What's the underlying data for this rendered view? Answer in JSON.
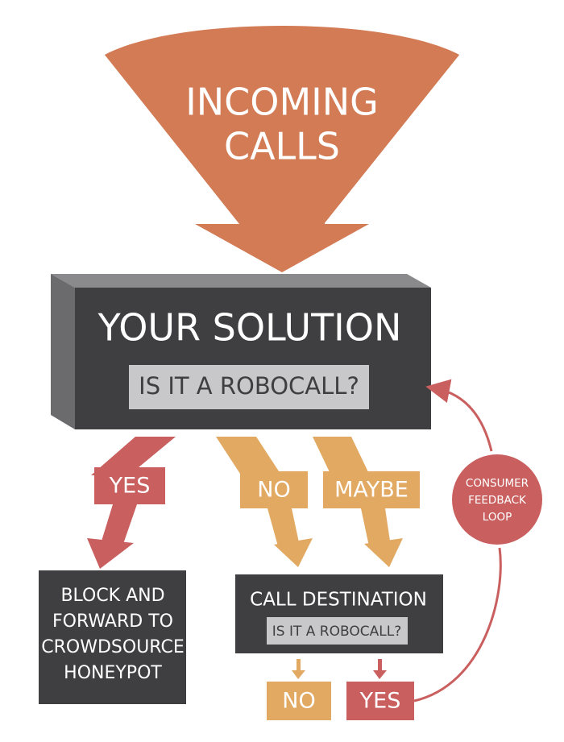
{
  "top_funnel": {
    "line1": "INCOMING",
    "line2": "CALLS"
  },
  "main_box": {
    "title": "YOUR SOLUTION",
    "question": "IS IT A ROBOCALL?"
  },
  "branches": {
    "yes": "YES",
    "no": "NO",
    "maybe": "MAYBE"
  },
  "block_box": {
    "line1": "BLOCK AND",
    "line2": "FORWARD TO",
    "line3": "CROWDSOURCE",
    "line4": "HONEYPOT"
  },
  "dest_box": {
    "title": "CALL DESTINATION",
    "question": "IS IT A ROBOCALL?"
  },
  "dest_outcomes": {
    "no": "NO",
    "yes": "YES"
  },
  "feedback": {
    "line1": "CONSUMER",
    "line2": "FEEDBACK",
    "line3": "LOOP"
  },
  "colors": {
    "orange": "#d27b55",
    "red": "#c9605f",
    "amber": "#e2a962",
    "dark": "#3f3f41",
    "side": "#6b6b6d",
    "top": "#8a8a8c",
    "grey_label": "#c8c8ca",
    "white": "#ffffff"
  }
}
